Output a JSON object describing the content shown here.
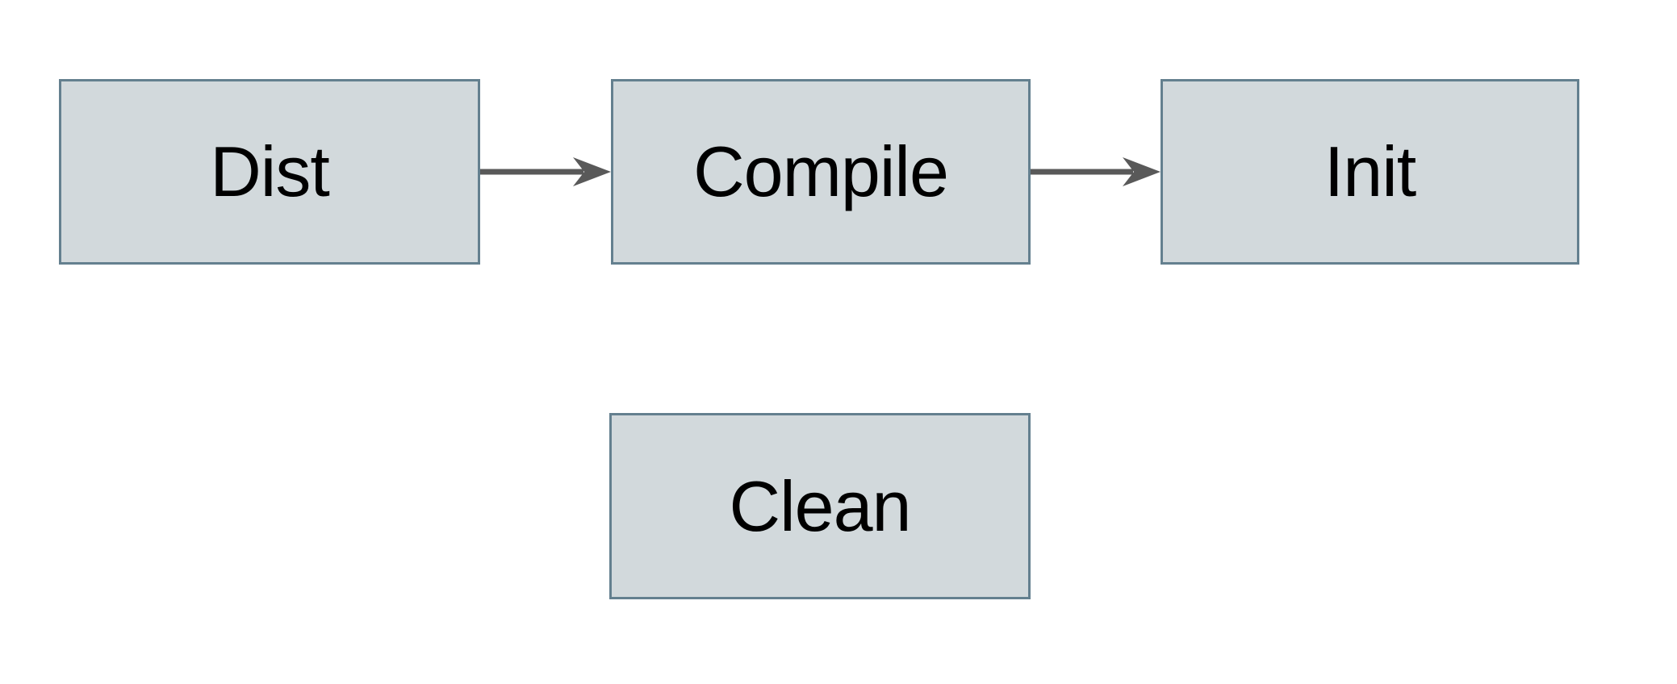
{
  "diagram": {
    "nodes": [
      {
        "id": "dist",
        "label": "Dist"
      },
      {
        "id": "compile",
        "label": "Compile"
      },
      {
        "id": "init",
        "label": "Init"
      },
      {
        "id": "clean",
        "label": "Clean"
      }
    ],
    "connectors": [
      {
        "from": "Dist",
        "to": "Compile",
        "style": "solid",
        "arrowhead": "barbed-right"
      },
      {
        "from": "Compile",
        "to": "Init",
        "style": "solid",
        "arrowhead": "barbed-right"
      }
    ]
  },
  "colors": {
    "node_fill": "#d2d9dc",
    "node_border": "#64808f",
    "arrow": "#595959",
    "text": "#000000",
    "background": "#ffffff"
  }
}
